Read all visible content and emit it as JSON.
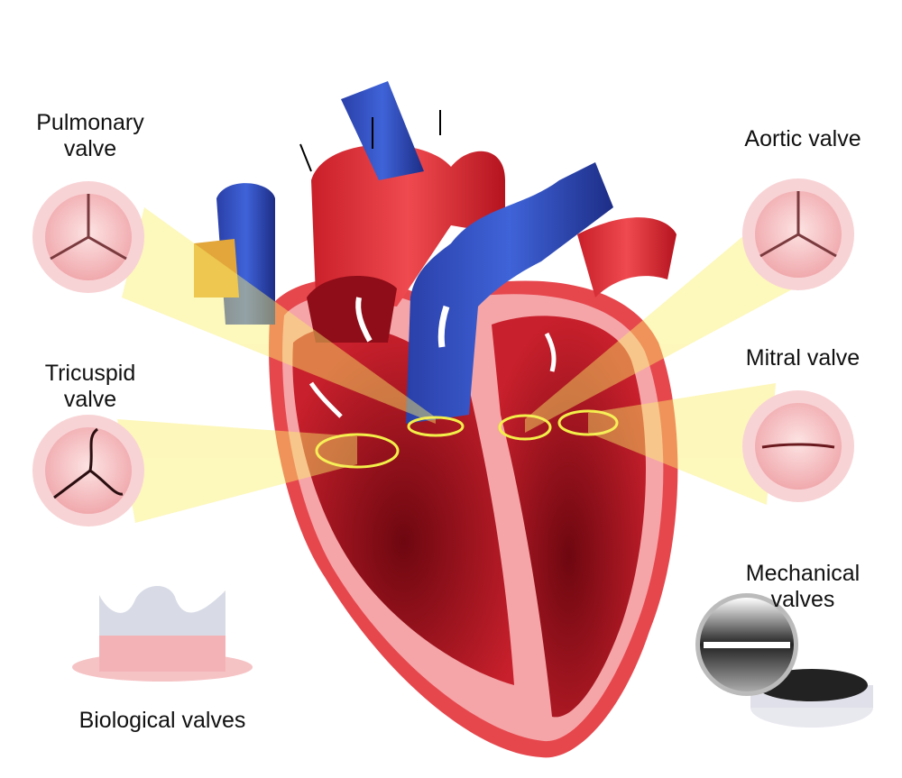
{
  "labels": {
    "pulmonary": [
      "Pulmonary",
      "valve"
    ],
    "aortic": "Aortic valve",
    "tricuspid": [
      "Tricuspid",
      "valve"
    ],
    "mitral": "Mitral valve",
    "mechanical": [
      "Mechanical",
      "valves"
    ],
    "biological": "Biological valves"
  },
  "colors": {
    "artery_red": "#e83a3f",
    "vein_blue": "#2f4fc0",
    "muscle_pink": "#f5a5a8",
    "beam_yellow": "#fbf39a",
    "valve_ring": "#f7d4d6",
    "valve_outline": "#f3ef4a"
  }
}
